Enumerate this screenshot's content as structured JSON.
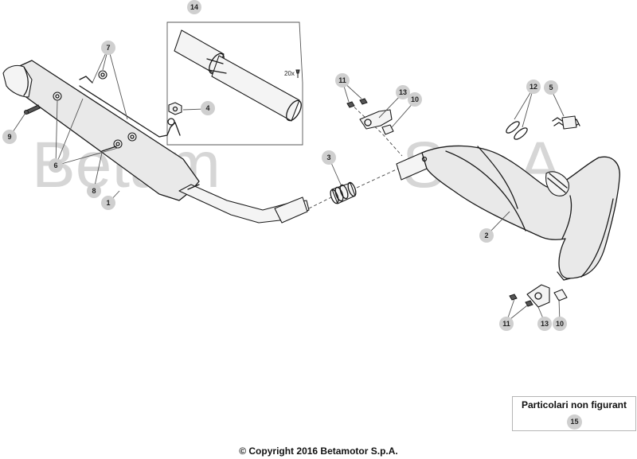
{
  "watermark": {
    "left": "Betam",
    "right": "S.p.A."
  },
  "hardware_note": "20x",
  "callouts": {
    "muffler": "1",
    "exhaust_pipe": "2",
    "coupling": "3",
    "muffler_grommet": "4",
    "pipe_spring": "5",
    "muffler_bushing": "6",
    "muffler_rubber": "7",
    "muffler_bolt": "8",
    "muffler_screw": "9",
    "clamp_nut_upper": "10",
    "clamp_screw_upper": "11",
    "o_rings": "12",
    "bracket_upper": "13",
    "silencer_packing": "14",
    "clamp_screw_lower": "11",
    "bracket_lower": "13",
    "clamp_nut_lower": "10"
  },
  "not_shown": {
    "title": "Particolari non figurant",
    "item": "15"
  },
  "copyright": "© Copyright 2016 Betamotor S.p.A."
}
